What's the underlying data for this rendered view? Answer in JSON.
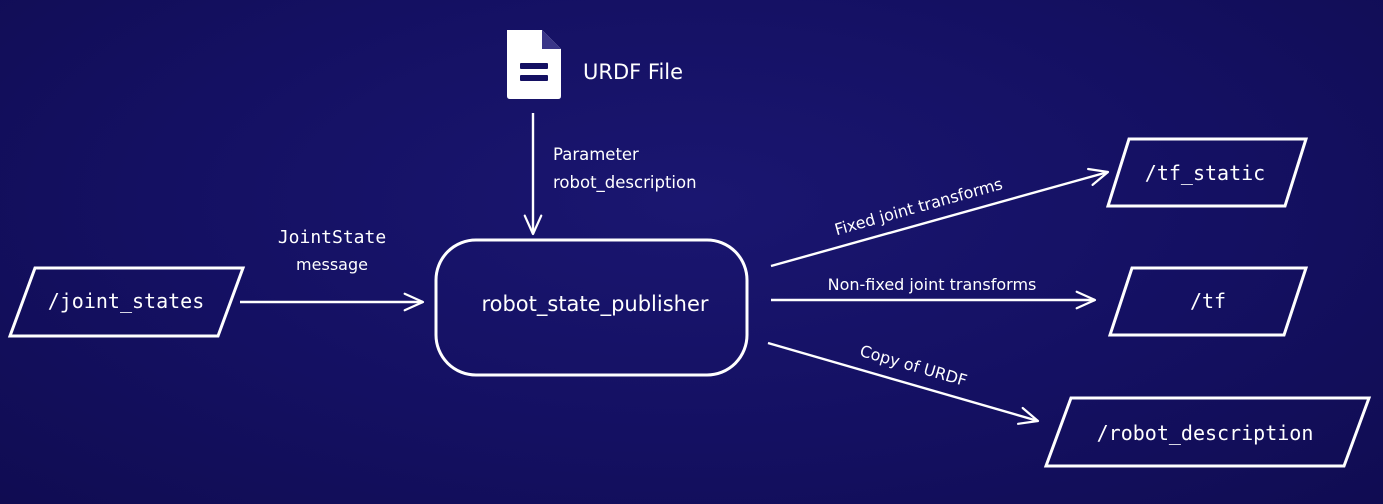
{
  "urdf_file": {
    "label": "URDF File"
  },
  "parameter": {
    "line1": "Parameter",
    "line2": "robot_description"
  },
  "joint_states": {
    "label": "/joint_states"
  },
  "joint_state_message": {
    "line1": "JointState",
    "line2": "message"
  },
  "publisher": {
    "label": "robot_state_publisher"
  },
  "edges": {
    "fixed": "Fixed joint transforms",
    "non_fixed": "Non-fixed joint transforms",
    "copy": "Copy of URDF"
  },
  "outputs": {
    "tf_static": "/tf_static",
    "tf": "/tf",
    "robot_description": "/robot_description"
  },
  "colors": {
    "background": "#141062",
    "foreground": "#ffffff"
  }
}
